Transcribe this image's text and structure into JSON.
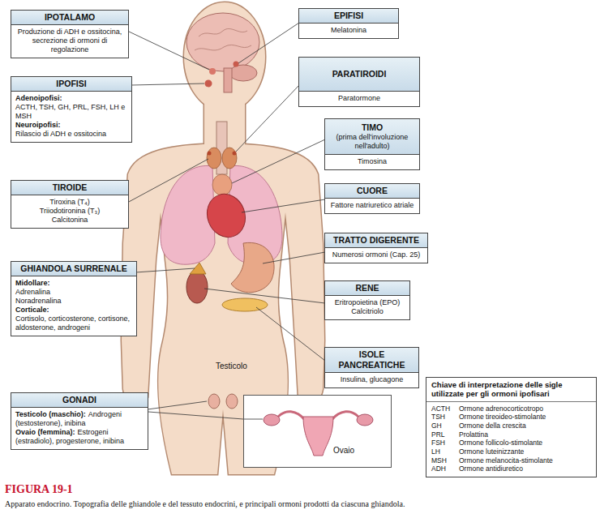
{
  "diagram": {
    "title": "FIGURA 19-1",
    "caption": "Apparato endocrino. Topografia delle ghiandole e del tessuto endocrini, e principali ormoni prodotti da ciascuna ghiandola.",
    "nodes": [
      {
        "text": [
          "IPOTALAMO",
          "Produzione di ADH e ossitocina, secrezione di ormoni di regolazione"
        ]
      },
      {
        "text": [
          "EPIFISI",
          "Melatonina"
        ]
      },
      {
        "text": [
          "IPOFISI",
          "Adenoipofisi:",
          "ACTH, TSH, GH, PRL, FSH, LH e MSH",
          "Neuroipofisi:",
          "Rilascio di ADH e ossitocina"
        ]
      },
      {
        "text": [
          "PARATIROIDI",
          "Paratormone"
        ]
      },
      {
        "text": [
          "TIMO",
          "(prima dell'involuzione nell'adulto)",
          "Timosina"
        ]
      },
      {
        "text": [
          "TIROIDE",
          "Tiroxina (T₄)",
          "Triiodotironina (T₃)",
          "Calcitonina"
        ]
      },
      {
        "text": [
          "CUORE",
          "Fattore natriuretico atriale"
        ]
      },
      {
        "text": [
          "TRATTO DIGERENTE",
          "Numerosi ormoni (Cap. 25)"
        ]
      },
      {
        "text": [
          "GHIANDOLA SURRENALE",
          "Midollare:",
          "Adrenalina",
          "Noradrenalina",
          "Corticale:",
          "Cortisolo, corticosterone, cortisone, aldosterone, androgeni"
        ]
      },
      {
        "text": [
          "RENE",
          "Eritropoietina (EPO)",
          "Calcitriolo"
        ]
      },
      {
        "text": [
          "ISOLE PANCREATICHE",
          "Insulina, glucagone"
        ]
      },
      {
        "text": [
          "GONADI",
          "Testicolo (maschio):",
          "Androgeni (testosterone), inibina",
          "Ovaio (femmina):",
          "Estrogeni (estradiolo), progesterone, inibina"
        ]
      },
      {
        "text": [
          "Ovaio"
        ]
      },
      {
        "text": [
          "Chiave di interpretazione delle sigle utilizzate per gli ormoni ipofisari",
          "ACTH",
          "Ormone adrenocorticotropo",
          "TSH",
          "Ormone tireoideo-stimolante",
          "GH",
          "Ormone della crescita",
          "PRL",
          "Prolattina",
          "FSH",
          "Ormone follicolo-stimolante",
          "LH",
          "Ormone luteinizzante",
          "MSH",
          "Ormone melanocita-stimolante",
          "ADH",
          "Ormone antidiuretico"
        ]
      }
    ],
    "edges": [
      {
        "from": 11,
        "to": 12,
        "arrow": "none"
      }
    ],
    "labels": [
      "Testicolo"
    ]
  }
}
